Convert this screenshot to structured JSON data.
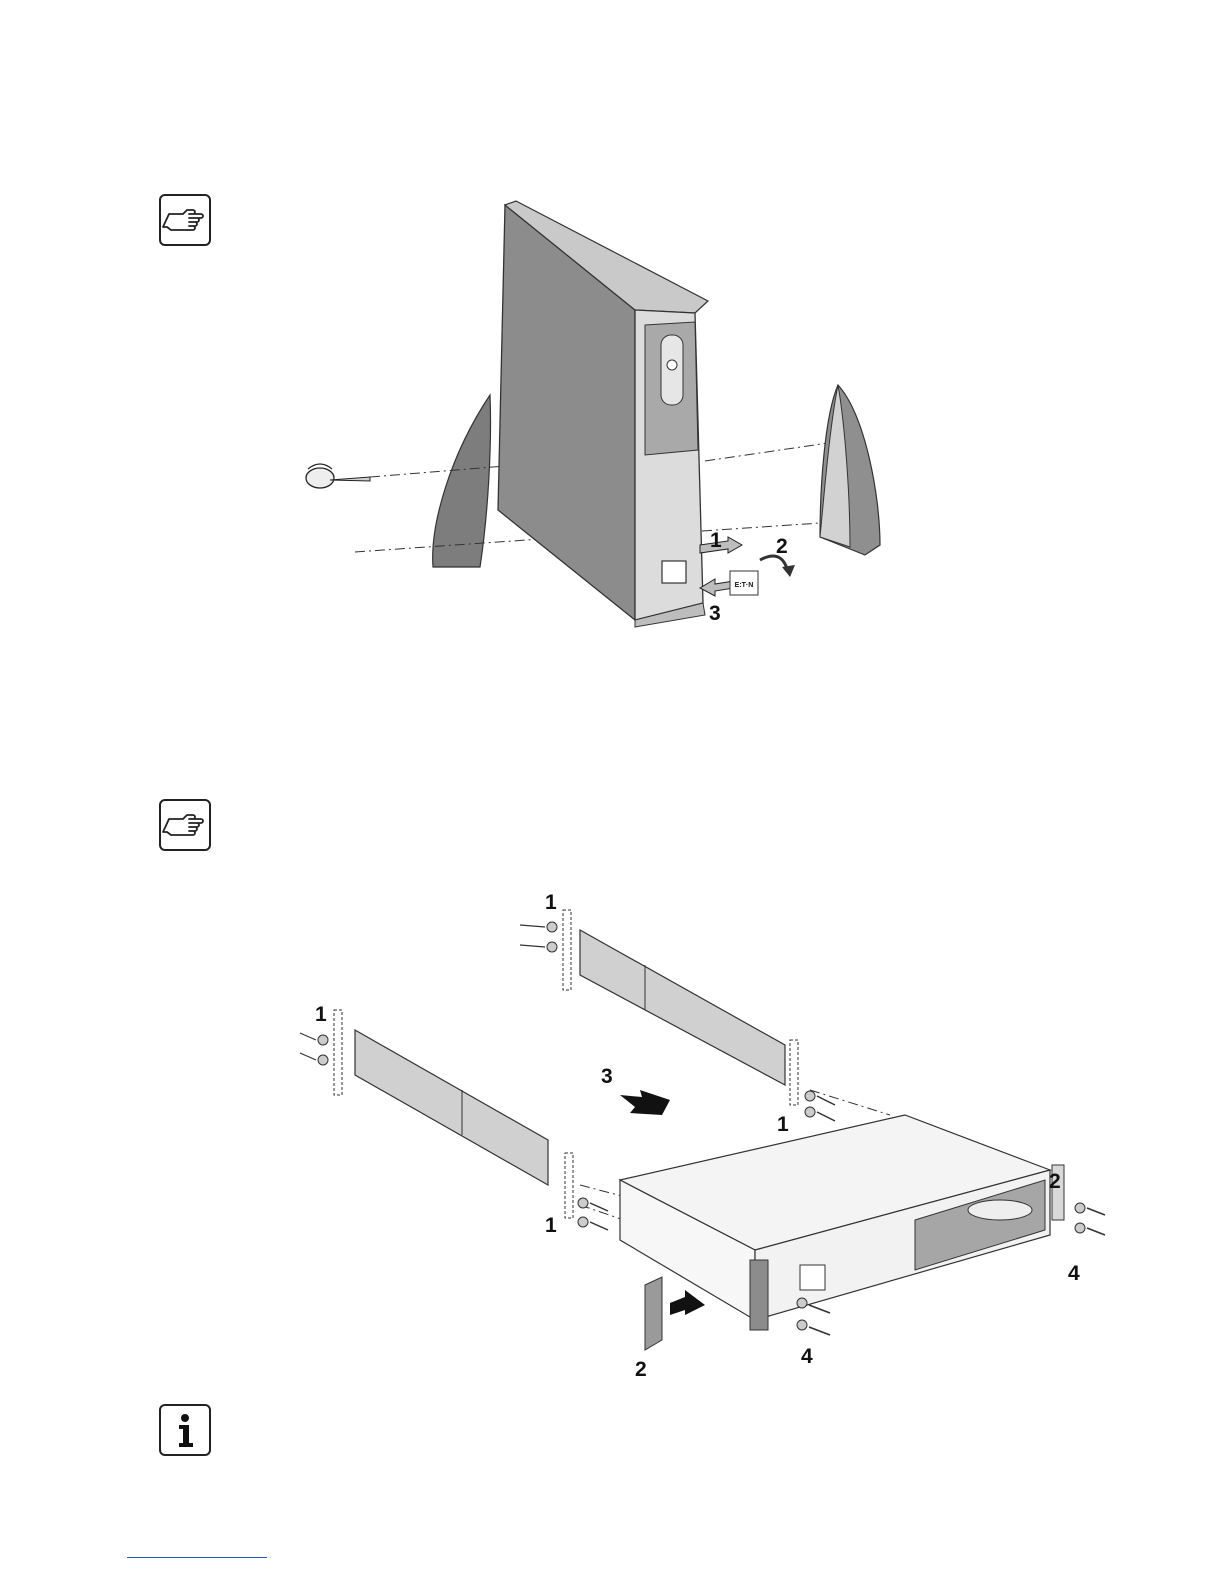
{
  "figure1": {
    "callouts": [
      "1",
      "2",
      "3"
    ],
    "logo_text": "E:T·N"
  },
  "figure2": {
    "callouts_left": [
      "1",
      "1",
      "2"
    ],
    "callouts_center": [
      "3",
      "1"
    ],
    "callouts_right": [
      "2",
      "4",
      "4"
    ]
  },
  "icons": {
    "note1": "pointing-hand-icon",
    "note2": "pointing-hand-icon",
    "info": "info-icon"
  },
  "colors": {
    "panel_gray": "#8c8c8c",
    "light_gray": "#d4d4d4",
    "footer_rule": "#1a5fb4"
  }
}
